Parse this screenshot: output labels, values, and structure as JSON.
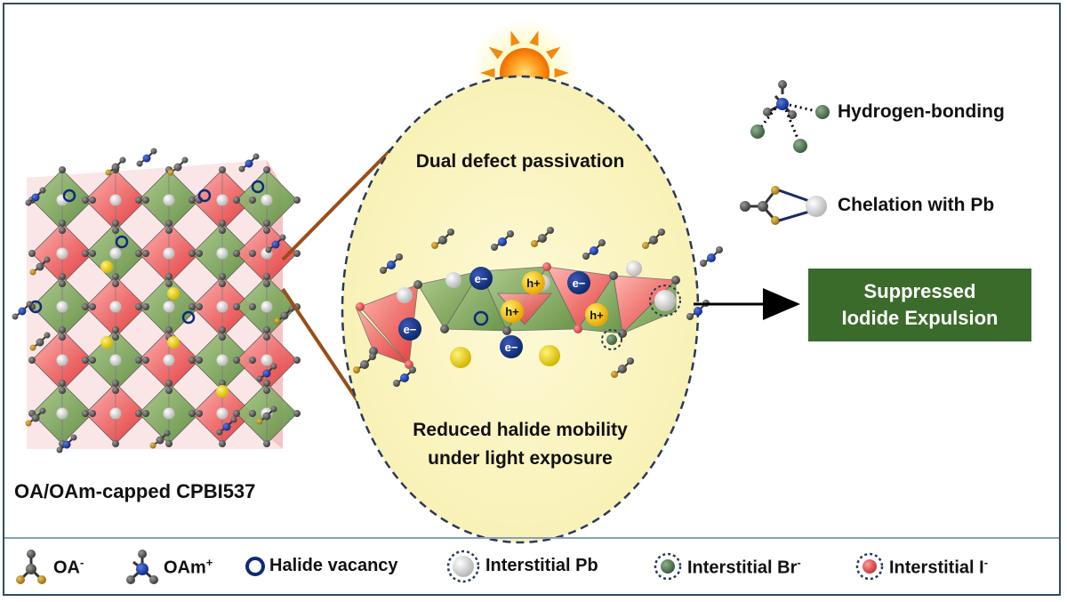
{
  "crystal_label": "OA/OAm-capped CPBI537",
  "center": {
    "top_label": "Dual defect passivation",
    "bottom_line1": "Reduced halide mobility",
    "bottom_line2": "under light exposure"
  },
  "carriers": {
    "electron": "e",
    "electron_sign": "−",
    "hole": "h",
    "hole_sign": "+"
  },
  "right_legend": {
    "hydrogen": "Hydrogen-bonding",
    "chelation": "Chelation with Pb"
  },
  "result_box": {
    "line1": "Suppressed",
    "line2": "Iodide Expulsion"
  },
  "bottom_legend": {
    "oa": "OA",
    "oa_sup": "-",
    "oam": "OAm",
    "oam_sup": "+",
    "vacancy": "Halide vacancy",
    "int_pb": "Interstitial Pb",
    "int_br": "Interstitial Br",
    "int_br_sup": "-",
    "int_i": "Interstitial I",
    "int_i_sup": "-"
  },
  "colors": {
    "frame": "#2e4a6b",
    "octa_red": "#e23a3a",
    "octa_green": "#6a9a4a",
    "ellipse_fill": "#fbf6c2",
    "result_box": "#3b6b2a",
    "electron": "#1e3f8c",
    "hole": "#f2c21a",
    "brown_line": "#9a4e18"
  }
}
